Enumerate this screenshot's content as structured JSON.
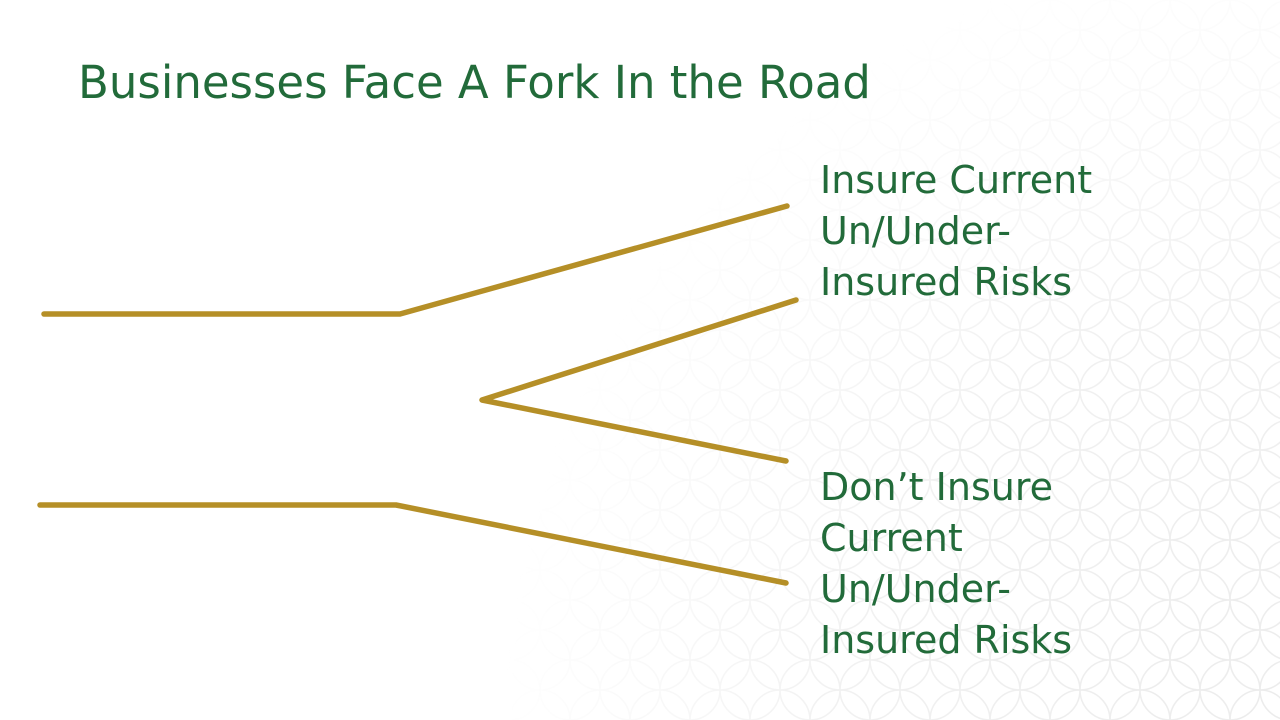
{
  "slide": {
    "title": "Businesses Face A Fork In the Road",
    "branches": [
      {
        "lines": [
          "Insure Current",
          "Un/Under-",
          "Insured Risks"
        ]
      },
      {
        "lines": [
          "Don’t Insure",
          "Current",
          "Un/Under-",
          "Insured Risks"
        ]
      }
    ]
  },
  "colors": {
    "title_text": "#226b3a",
    "road_line": "#b58f27",
    "background": "#ffffff",
    "pattern": "#ececec"
  }
}
